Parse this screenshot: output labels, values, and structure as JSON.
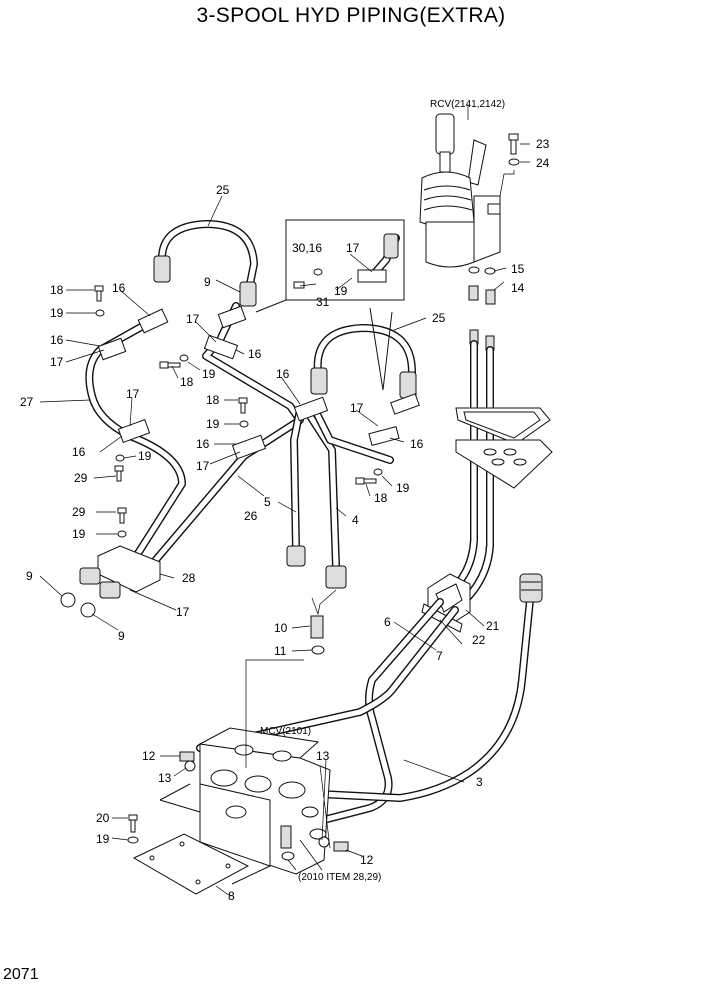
{
  "title": "3-SPOOL HYD PIPING(EXTRA)",
  "page_number": "2071",
  "assembly_labels": {
    "rcv": "RCV(2141,2142)",
    "mcv": "MCV(2101)",
    "note": "(2010 ITEM 28,29)"
  },
  "callouts": {
    "c3": "3",
    "c4": "4",
    "c5": "5",
    "c6": "6",
    "c7": "7",
    "c8": "8",
    "c9": "9",
    "c10": "10",
    "c11": "11",
    "c12": "12",
    "c13": "13",
    "c14": "14",
    "c15": "15",
    "c16": "16",
    "c17": "17",
    "c18": "18",
    "c19": "19",
    "c20": "20",
    "c21": "21",
    "c22": "22",
    "c23": "23",
    "c24": "24",
    "c25": "25",
    "c26": "26",
    "c27": "27",
    "c28": "28",
    "c29": "29",
    "c31": "31",
    "c30_16": "30,16"
  }
}
